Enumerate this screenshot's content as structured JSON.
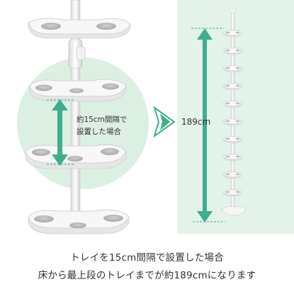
{
  "annotations": {
    "spacing_line1": "約15cm間隔で",
    "spacing_line2": "設置した場合",
    "total_height": "189cm"
  },
  "caption": {
    "line1": "トレイを15cm間隔で設置した場合",
    "line2": "床から最上段のトレイまでが約189cmになります"
  },
  "colors": {
    "accent_green": "#3fae8c",
    "circle_tint": "#dcefe3",
    "panel_tint": "#e3f3ea"
  }
}
